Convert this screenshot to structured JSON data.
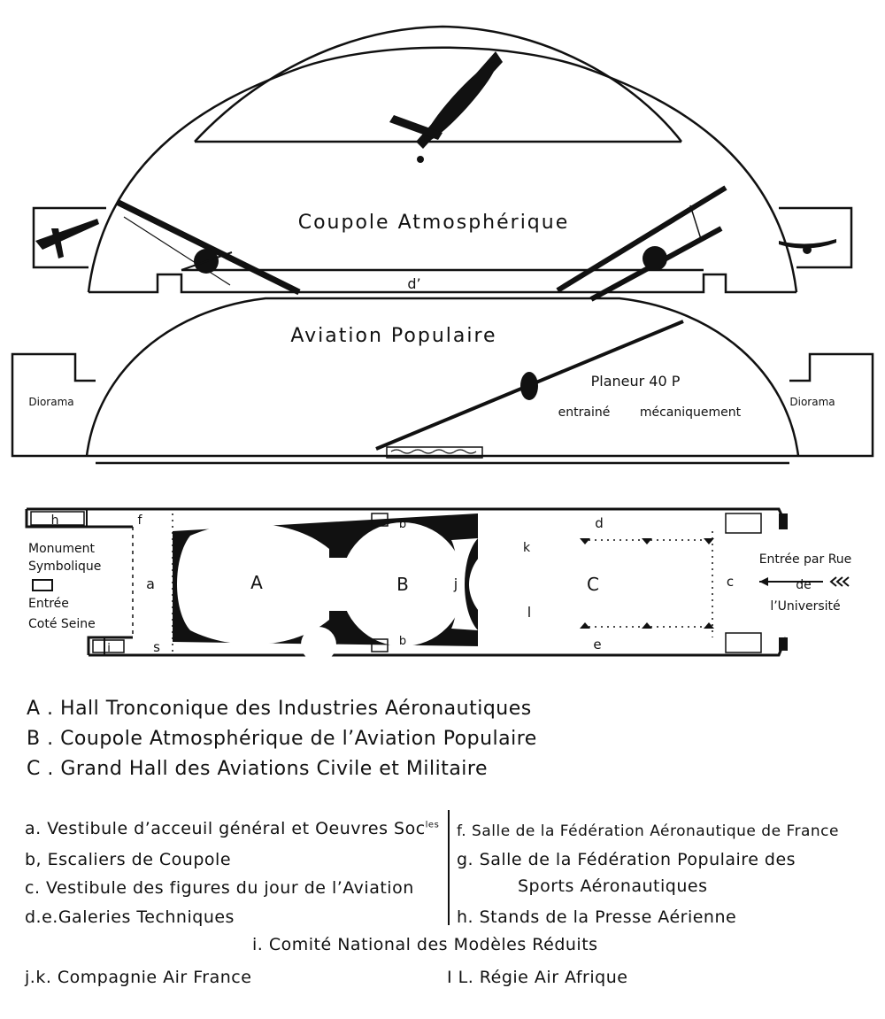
{
  "section": {
    "dome_title": "Coupole Atmosphérique",
    "d_prime": "d’",
    "lower_title": "Aviation Populaire",
    "glider_name": "Planeur 40 P",
    "glider_drive_1": "entrainé",
    "glider_drive_2": "mécaniquement",
    "diorama_left": "Diorama",
    "diorama_right": "Diorama"
  },
  "plan": {
    "labels": {
      "A": "A",
      "B": "B",
      "C": "C",
      "a": "a",
      "b": "b",
      "c": "c",
      "d": "d",
      "e": "e",
      "f": "f",
      "h": "h",
      "i": "i",
      "j": "j",
      "k": "k",
      "l": "l",
      "s": "s"
    },
    "monument_1": "Monument",
    "monument_2": "Symbolique",
    "entree_1": "Entrée",
    "entree_2": "Coté Seine",
    "entree_rue_1": "Entrée par Rue",
    "entree_rue_2": "de",
    "entree_rue_3": "l’Université"
  },
  "legend": {
    "A": "A . Hall Tronconique des Industries Aéronautiques",
    "B": "B . Coupole Atmosphérique de l’Aviation Populaire",
    "C": "C . Grand Hall des Aviations Civile et Militaire",
    "a": "a. Vestibule d’acceuil général et Oeuvres Soc",
    "a_sup": "les",
    "b": "b, Escaliers de Coupole",
    "c": "c. Vestibule des figures du jour de l’Aviation",
    "d": "d.e.Galeries Techniques",
    "f": "f. Salle de la Fédération Aéronautique de France",
    "g1": "g. Salle de la Fédération Populaire des",
    "g2": "Sports Aéronautiques",
    "h": "h. Stands de la Presse Aérienne",
    "i": "i. Comité National des Modèles Réduits",
    "jk": "j.k. Compagnie Air France",
    "il": "I L. Régie Air Afrique"
  }
}
